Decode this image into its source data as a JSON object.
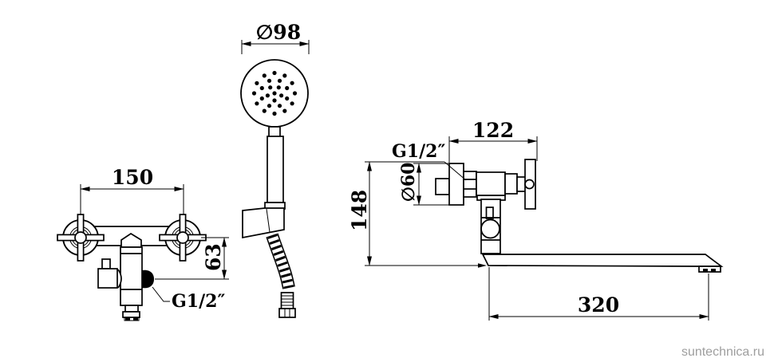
{
  "watermark": {
    "text": "suntechnica.ru",
    "color": "#9e9e9e"
  },
  "drawing": {
    "line_color": "#000000",
    "background": "#ffffff",
    "views": {
      "hand_shower": {
        "name": "hand shower with wall holder and flexible hose",
        "labels": {
          "head_diameter": "∅98"
        }
      },
      "mixer_front": {
        "name": "two cross-handle wall mixer, front view",
        "labels": {
          "center_distance": "150",
          "spout_drop": "63",
          "shower_outlet_thread": "G1/2″"
        }
      },
      "mixer_side": {
        "name": "wall mixer with long swivel spout, side view",
        "labels": {
          "inlet_thread": "G1/2″",
          "body_width": "122",
          "escutcheon_diameter": "∅60",
          "wall_height": "148",
          "spout_length": "320"
        }
      }
    }
  }
}
